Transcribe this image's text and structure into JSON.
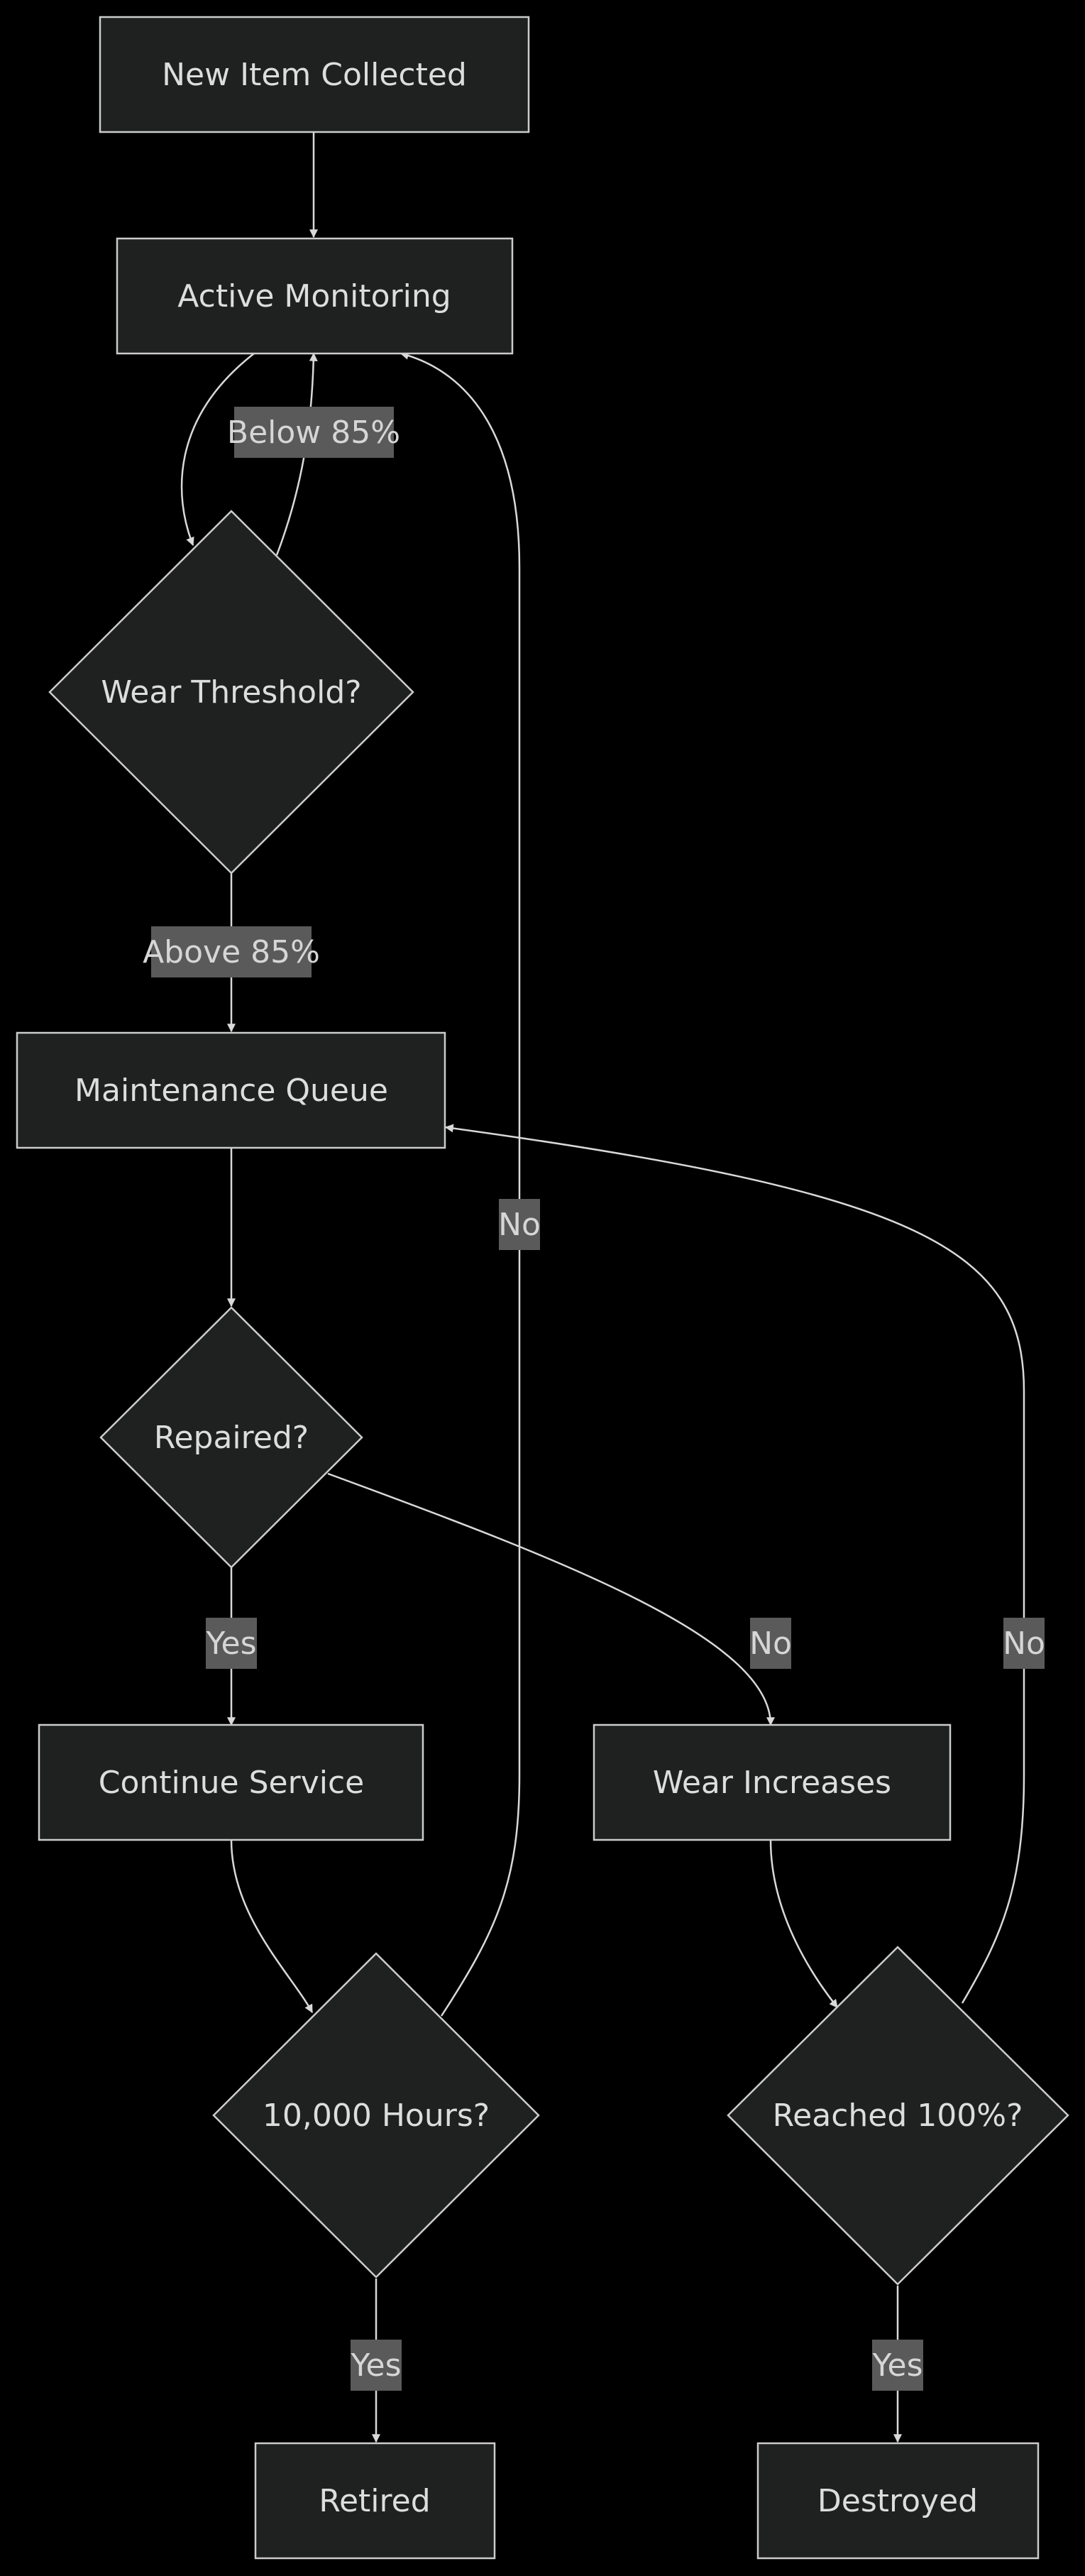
{
  "nodes": {
    "new_item": "New Item Collected",
    "active_monitoring": "Active Monitoring",
    "wear_threshold": "Wear Threshold?",
    "maintenance_queue": "Maintenance Queue",
    "repaired": "Repaired?",
    "continue_service": "Continue Service",
    "wear_increases": "Wear Increases",
    "hours_check": "10,000 Hours?",
    "reached_100": "Reached 100%?",
    "retired": "Retired",
    "destroyed": "Destroyed"
  },
  "edge_labels": {
    "below_85": "Below 85%",
    "above_85": "Above 85%",
    "repaired_yes": "Yes",
    "repaired_no": "No",
    "hours_no": "No",
    "hours_yes": "Yes",
    "reached_no": "No",
    "reached_yes": "Yes"
  },
  "colors": {
    "background": "#000000",
    "node_fill": "#1f2020",
    "node_stroke": "#cccccc",
    "edge": "#d9d9d9",
    "label_bg": "#5a5a5a",
    "text": "#dddddd"
  }
}
